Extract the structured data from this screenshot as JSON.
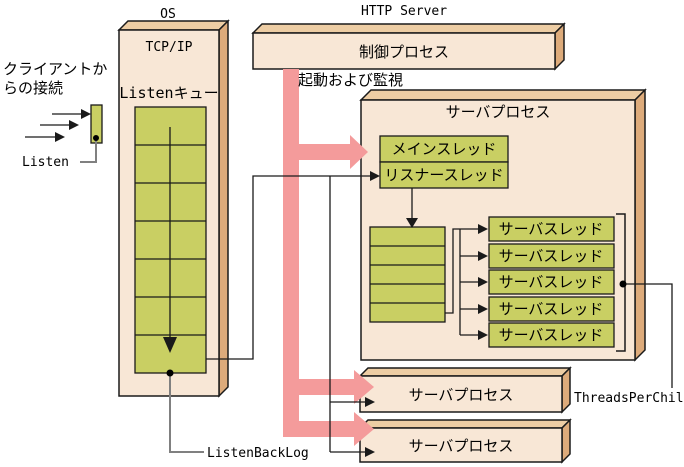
{
  "colors": {
    "box_front": "#F8E7D6",
    "box_top": "#EDCDA4",
    "box_side": "#DDAB7B",
    "green": "#C9CF63",
    "pink": "#F49B9B",
    "border": "#1A1A1A",
    "leader_gray": "#808080"
  },
  "labels": {
    "os": "OS",
    "http_server": "HTTP Server",
    "client_connection": "クライアントか\nらの接続",
    "listen": "Listen",
    "tcp_ip": "TCP/IP",
    "listen_queue": "Listenキュー",
    "control_process": "制御プロセス",
    "start_monitor": "起動および監視",
    "server_process": "サーバプロセス",
    "main_thread": "メインスレッド",
    "listener_thread": "リスナースレッド",
    "server_threads": [
      "サーバスレッド",
      "サーバスレッド",
      "サーバスレッド",
      "サーバスレッド",
      "サーバスレッド"
    ],
    "bottom_processes": [
      "サーバプロセス",
      "サーバプロセス"
    ],
    "threads_per_child": "ThreadsPerChild",
    "listen_backlog": "ListenBackLog"
  }
}
